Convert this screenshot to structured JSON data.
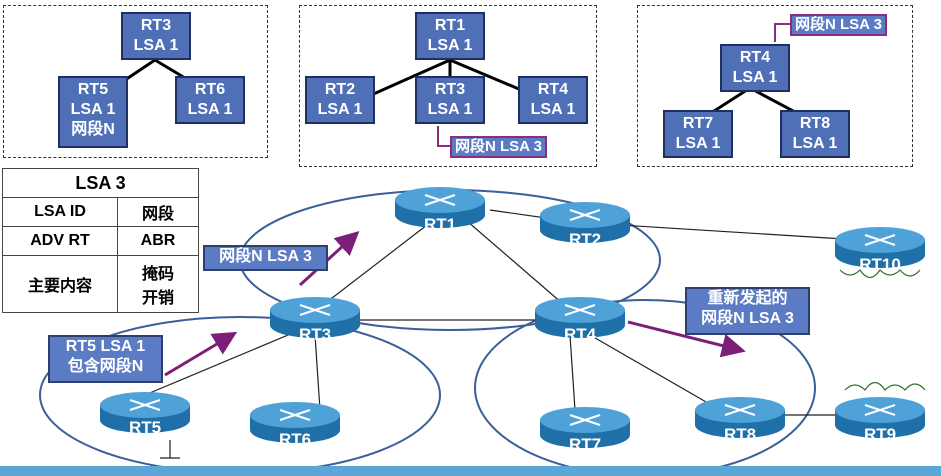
{
  "trees": [
    {
      "root": [
        "RT3",
        "LSA 1"
      ],
      "children": [
        [
          "RT5",
          "LSA 1",
          "网段N"
        ],
        [
          "RT6",
          "LSA 1"
        ]
      ]
    },
    {
      "root": [
        "RT1",
        "LSA 1"
      ],
      "children": [
        [
          "RT2",
          "LSA 1"
        ],
        [
          "RT3",
          "LSA 1"
        ],
        [
          "RT4",
          "LSA 1"
        ]
      ],
      "tag": "网段N LSA 3"
    },
    {
      "root": [
        "RT4",
        "LSA 1"
      ],
      "children": [
        [
          "RT7",
          "LSA 1"
        ],
        [
          "RT8",
          "LSA 1"
        ]
      ],
      "tag": "网段N LSA 3"
    }
  ],
  "lsa_table": {
    "title": "LSA 3",
    "rows": [
      [
        "LSA ID",
        "网段"
      ],
      [
        "ADV RT",
        "ABR"
      ],
      [
        "主要内容",
        "掩码\n开销"
      ]
    ]
  },
  "routers": [
    "RT1",
    "RT2",
    "RT3",
    "RT4",
    "RT5",
    "RT6",
    "RT7",
    "RT8",
    "RT9",
    "RT10"
  ],
  "annotations": {
    "rt3_send": "网段N LSA 3",
    "rt5_line1": "RT5 LSA 1",
    "rt5_line2": "包含网段N",
    "rt4_line1": "重新发起的",
    "rt4_line2": "网段N LSA 3"
  },
  "colors": {
    "node_fill": "#4f6fb6",
    "arrow": "#7b1f79",
    "router": "#1a6ea8"
  }
}
